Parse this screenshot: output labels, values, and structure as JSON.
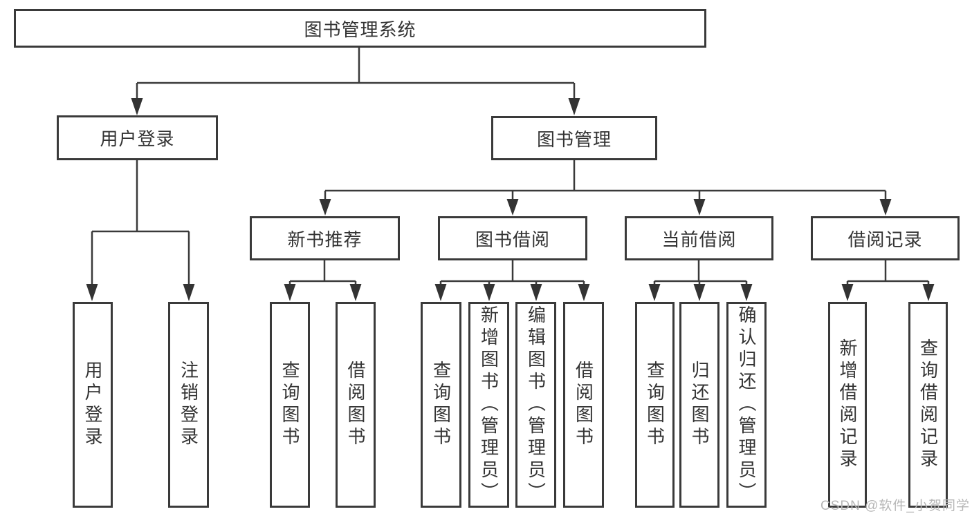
{
  "colors": {
    "background": "#ffffff",
    "box_border": "#3a3a3a",
    "connector_line": "#3a3a3a",
    "text": "#333333",
    "watermark": "#b6b6b6"
  },
  "watermark": {
    "text": "CSDN @软件_小贺同学"
  },
  "tree": {
    "label": "图书管理系统",
    "children": [
      {
        "label": "用户登录",
        "children": [
          {
            "label": "用户登录"
          },
          {
            "label": "注销登录"
          }
        ]
      },
      {
        "label": "图书管理",
        "children": [
          {
            "label": "新书推荐",
            "children": [
              {
                "label": "查询图书"
              },
              {
                "label": "借阅图书"
              }
            ]
          },
          {
            "label": "图书借阅",
            "children": [
              {
                "label": "查询图书"
              },
              {
                "label": "新增图书（管理员）"
              },
              {
                "label": "编辑图书（管理员）"
              },
              {
                "label": "借阅图书"
              }
            ]
          },
          {
            "label": "当前借阅",
            "children": [
              {
                "label": "查询图书"
              },
              {
                "label": "归还图书"
              },
              {
                "label": "确认归还（管理员）"
              }
            ]
          },
          {
            "label": "借阅记录",
            "children": [
              {
                "label": "新增借阅记录"
              },
              {
                "label": "查询借阅记录"
              }
            ]
          }
        ]
      }
    ]
  }
}
